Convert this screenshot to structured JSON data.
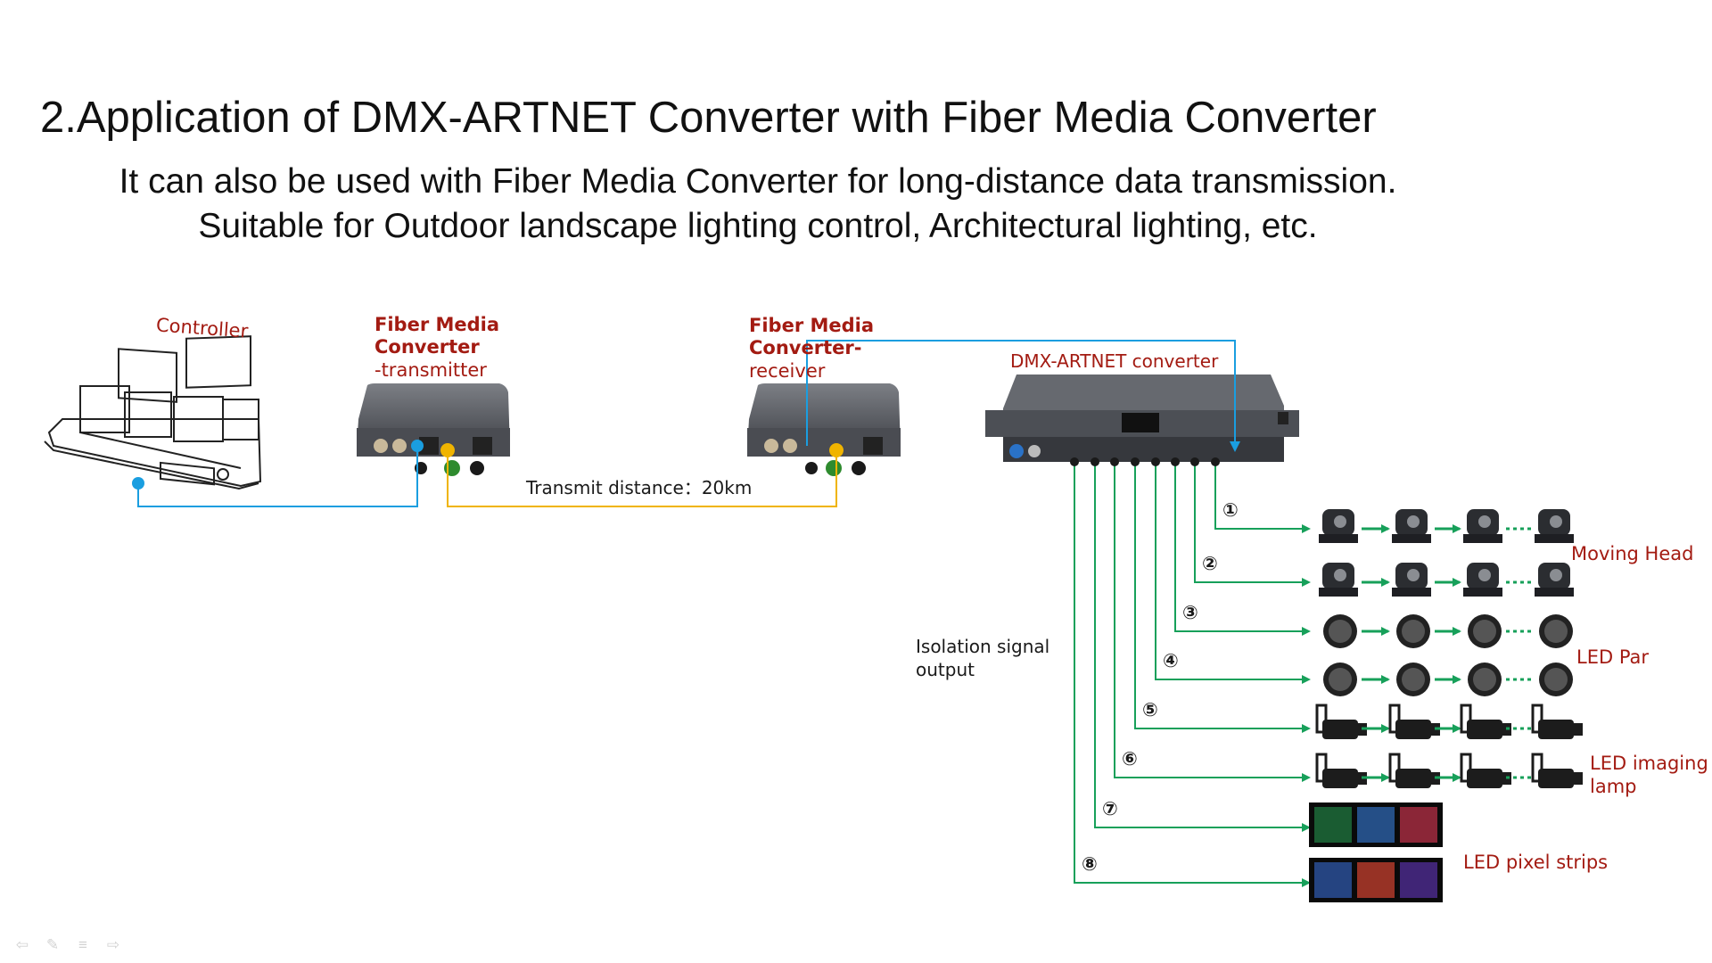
{
  "slide": {
    "title": "2.Application of DMX-ARTNET Converter with Fiber Media Converter",
    "subtitle_line1": "It can also be used with Fiber Media Converter for long-distance data transmission.",
    "subtitle_line2": "Suitable for Outdoor landscape lighting control, Architectural lighting, etc."
  },
  "diagram": {
    "controller_label": "Controller",
    "transmitter_title_1": "Fiber Media",
    "transmitter_title_2": "Converter",
    "transmitter_suffix": "-transmitter",
    "receiver_title_1": "Fiber Media",
    "receiver_title_2": "Converter-",
    "receiver_suffix": "receiver",
    "converter_label": "DMX-ARTNET converter",
    "distance_label": "Transmit distance：20km",
    "isolation_line1": "Isolation signal",
    "isolation_line2": "output",
    "outputs": [
      "①",
      "②",
      "③",
      "④",
      "⑤",
      "⑥",
      "⑦",
      "⑧"
    ],
    "fixture_groups": [
      {
        "label": "Moving Head"
      },
      {
        "label": "LED Par"
      },
      {
        "label_line1": "LED imaging",
        "label_line2": "lamp"
      },
      {
        "label": "LED pixel strips"
      }
    ]
  },
  "colors": {
    "ethernet_line": "#1a9ee0",
    "fiber_line": "#f0b400",
    "output_line": "#17a05a",
    "label_red": "#a31b12",
    "device_body": "#5a5d63"
  },
  "footer_icons": [
    "back-icon",
    "pen-icon",
    "menu-icon",
    "forward-icon"
  ]
}
